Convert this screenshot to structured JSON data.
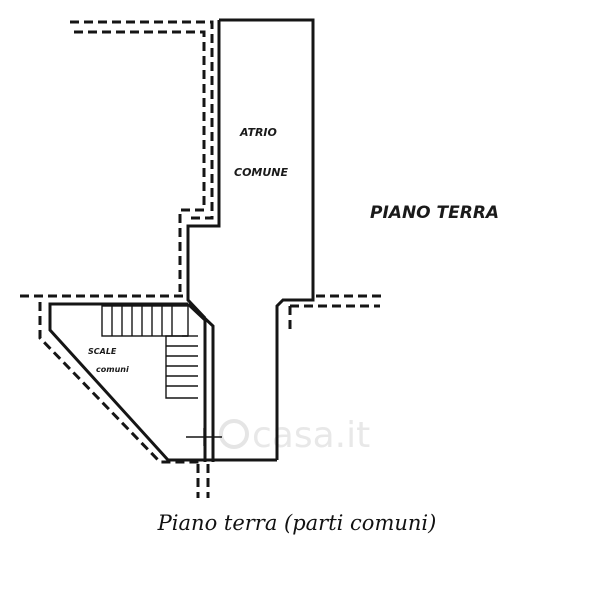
{
  "labels": {
    "atrium_line1": "ATRIO",
    "atrium_line2": "COMUNE",
    "floor_label": "PIANO TERRA",
    "stairs_line1": "SCALE",
    "stairs_line2": "comuni"
  },
  "watermark": {
    "text": "casa.it"
  },
  "caption": "Piano terra (parti comuni)"
}
